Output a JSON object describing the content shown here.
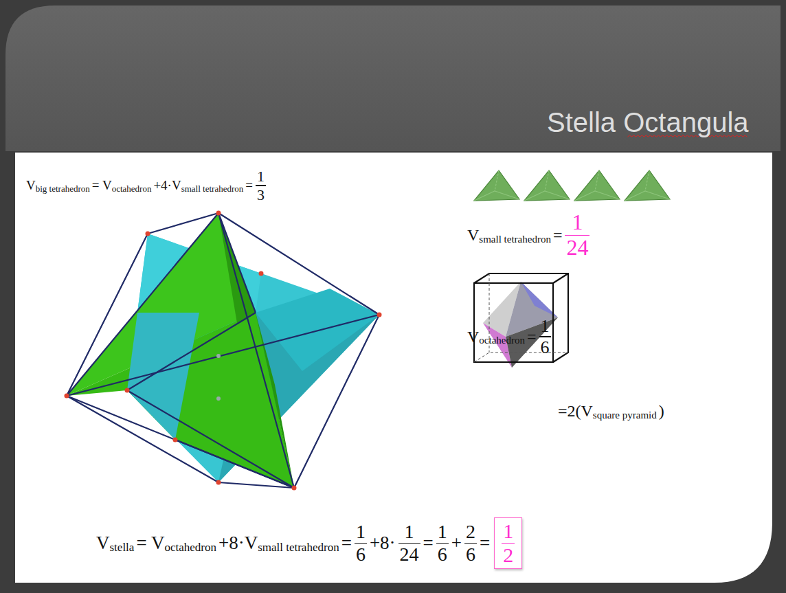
{
  "diagram": {
    "title": "Stella Octangula",
    "nodes": [
      {
        "text": [
          "1",
          "2"
        ]
      }
    ],
    "labels": [
      "V",
      "big tetrahedron",
      "= V",
      "octahedron",
      "+4·V",
      "small tetrahedron",
      "=",
      "1",
      "3",
      "V",
      "small tetrahedron",
      "=",
      "1",
      "24",
      "V",
      "octahedron",
      "=",
      "1",
      "6",
      "=2(V",
      "square pyramid",
      ")",
      "V",
      "stella",
      "= V",
      "octahedron",
      "+8·V",
      "small tetrahedron",
      "=",
      "1",
      "6",
      "+8·",
      "1",
      "24",
      "=",
      "1",
      "6",
      "+",
      "2",
      "6",
      "="
    ]
  }
}
